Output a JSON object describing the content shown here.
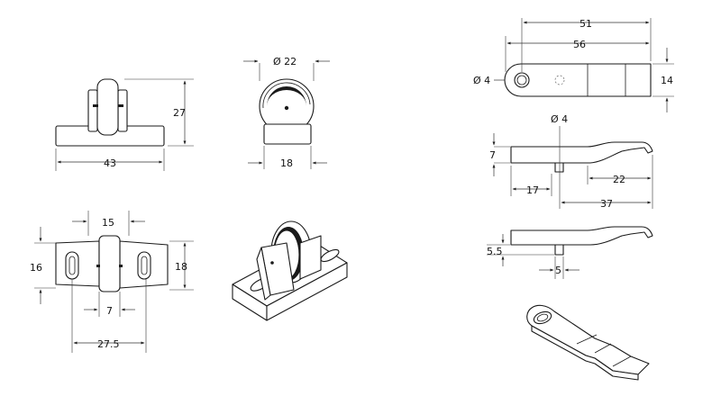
{
  "dimensions": {
    "holder_front_height": "27",
    "holder_front_width": "43",
    "roller_diameter": "Ø 22",
    "roller_side_width": "18",
    "holder_top_center_width": "15",
    "holder_top_left_height": "16",
    "holder_top_right_height": "18",
    "holder_top_slot_width": "7",
    "holder_top_hole_spacing": "27.5",
    "arm_top_length_51": "51",
    "arm_top_length_56": "56",
    "arm_hole_diameter": "Ø 4",
    "arm_top_height": "14",
    "arm_pin_diameter": "Ø 4",
    "arm_side_thickness": "7",
    "arm_side_pin_offset": "17",
    "arm_side_tip_length": "22",
    "arm_side_total_length": "37",
    "arm_side2_height": "5.5",
    "arm_side2_pin_width": "5"
  },
  "colors": {
    "line": "#1a1a1a",
    "fill": "#ffffff",
    "shade": "#d9d9d9"
  }
}
